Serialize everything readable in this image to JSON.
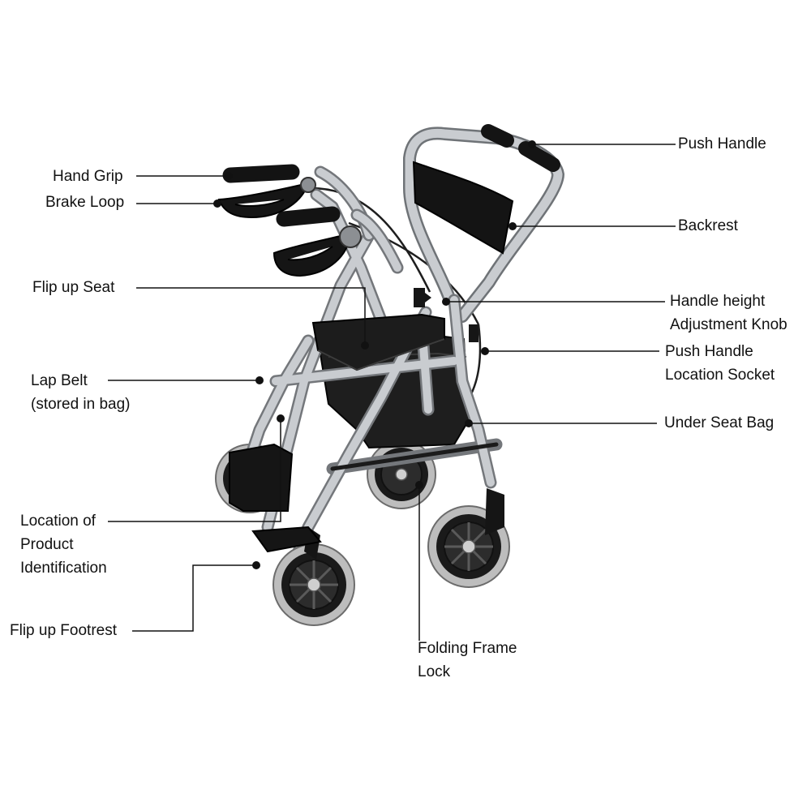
{
  "colors": {
    "background": "#ffffff",
    "frame": "#c4c7cb",
    "frame_outline": "#74777b",
    "dark": "#151515",
    "tire": "#bdbdbd",
    "leader": "#111111",
    "text": "#111111"
  },
  "labels": {
    "push_handle": [
      "Push Handle"
    ],
    "hand_grip": [
      "Hand Grip"
    ],
    "brake_loop": [
      "Brake Loop"
    ],
    "backrest": [
      "Backrest"
    ],
    "flip_up_seat": [
      "Flip up Seat"
    ],
    "handle_height": [
      "Handle height",
      "Adjustment Knob"
    ],
    "push_handle_socket": [
      "Push Handle",
      "Location Socket"
    ],
    "lap_belt": [
      "Lap Belt",
      "(stored in bag)"
    ],
    "under_seat_bag": [
      "Under Seat Bag"
    ],
    "product_id": [
      "Location of",
      "Product",
      "Identification"
    ],
    "flip_up_footrest": [
      "Flip up Footrest"
    ],
    "folding_frame_lock": [
      "Folding Frame",
      "Lock"
    ]
  }
}
